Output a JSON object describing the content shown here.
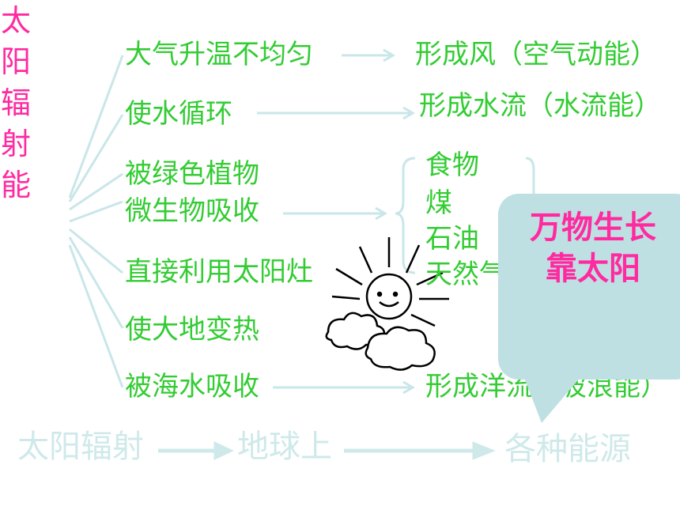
{
  "title_chars": "太阳辐射能",
  "branches": [
    "大气升温不均匀",
    "使水循环",
    "被绿色植物",
    "微生物吸收",
    "直接利用太阳灶",
    "使大地变热",
    "被海水吸收"
  ],
  "results": {
    "wind": "形成风（空气动能）",
    "water": "形成水流（水流能）",
    "ocean": "形成洋流（波浪能）"
  },
  "fuels": [
    "食物",
    "煤",
    "石油",
    "天然气"
  ],
  "bubble": {
    "line1": "万物生长",
    "line2": "靠太阳"
  },
  "footer": {
    "a": "太阳辐射",
    "b": "地球上",
    "c": "各种能源"
  },
  "colors": {
    "green": "#33cc33",
    "pink": "#ff2aa0",
    "line": "#c9e6e9",
    "bubble": "#bfe0e3"
  }
}
